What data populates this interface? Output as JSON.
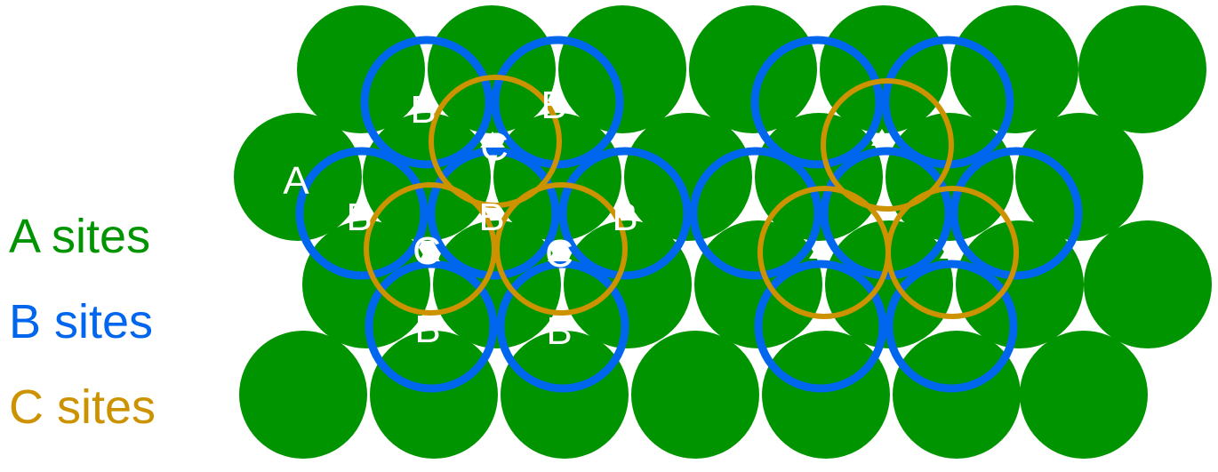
{
  "colors": {
    "a_fill": "#009400",
    "b_stroke": "#0066ee",
    "c_stroke": "#cc9200",
    "label_white": "#ffffff",
    "background": "#ffffff"
  },
  "legend": {
    "a_label": "A sites",
    "b_label": "B sites",
    "c_label": "C sites"
  },
  "diagram": {
    "a_marker": "A",
    "b_marker": "B",
    "c_marker": "C"
  }
}
